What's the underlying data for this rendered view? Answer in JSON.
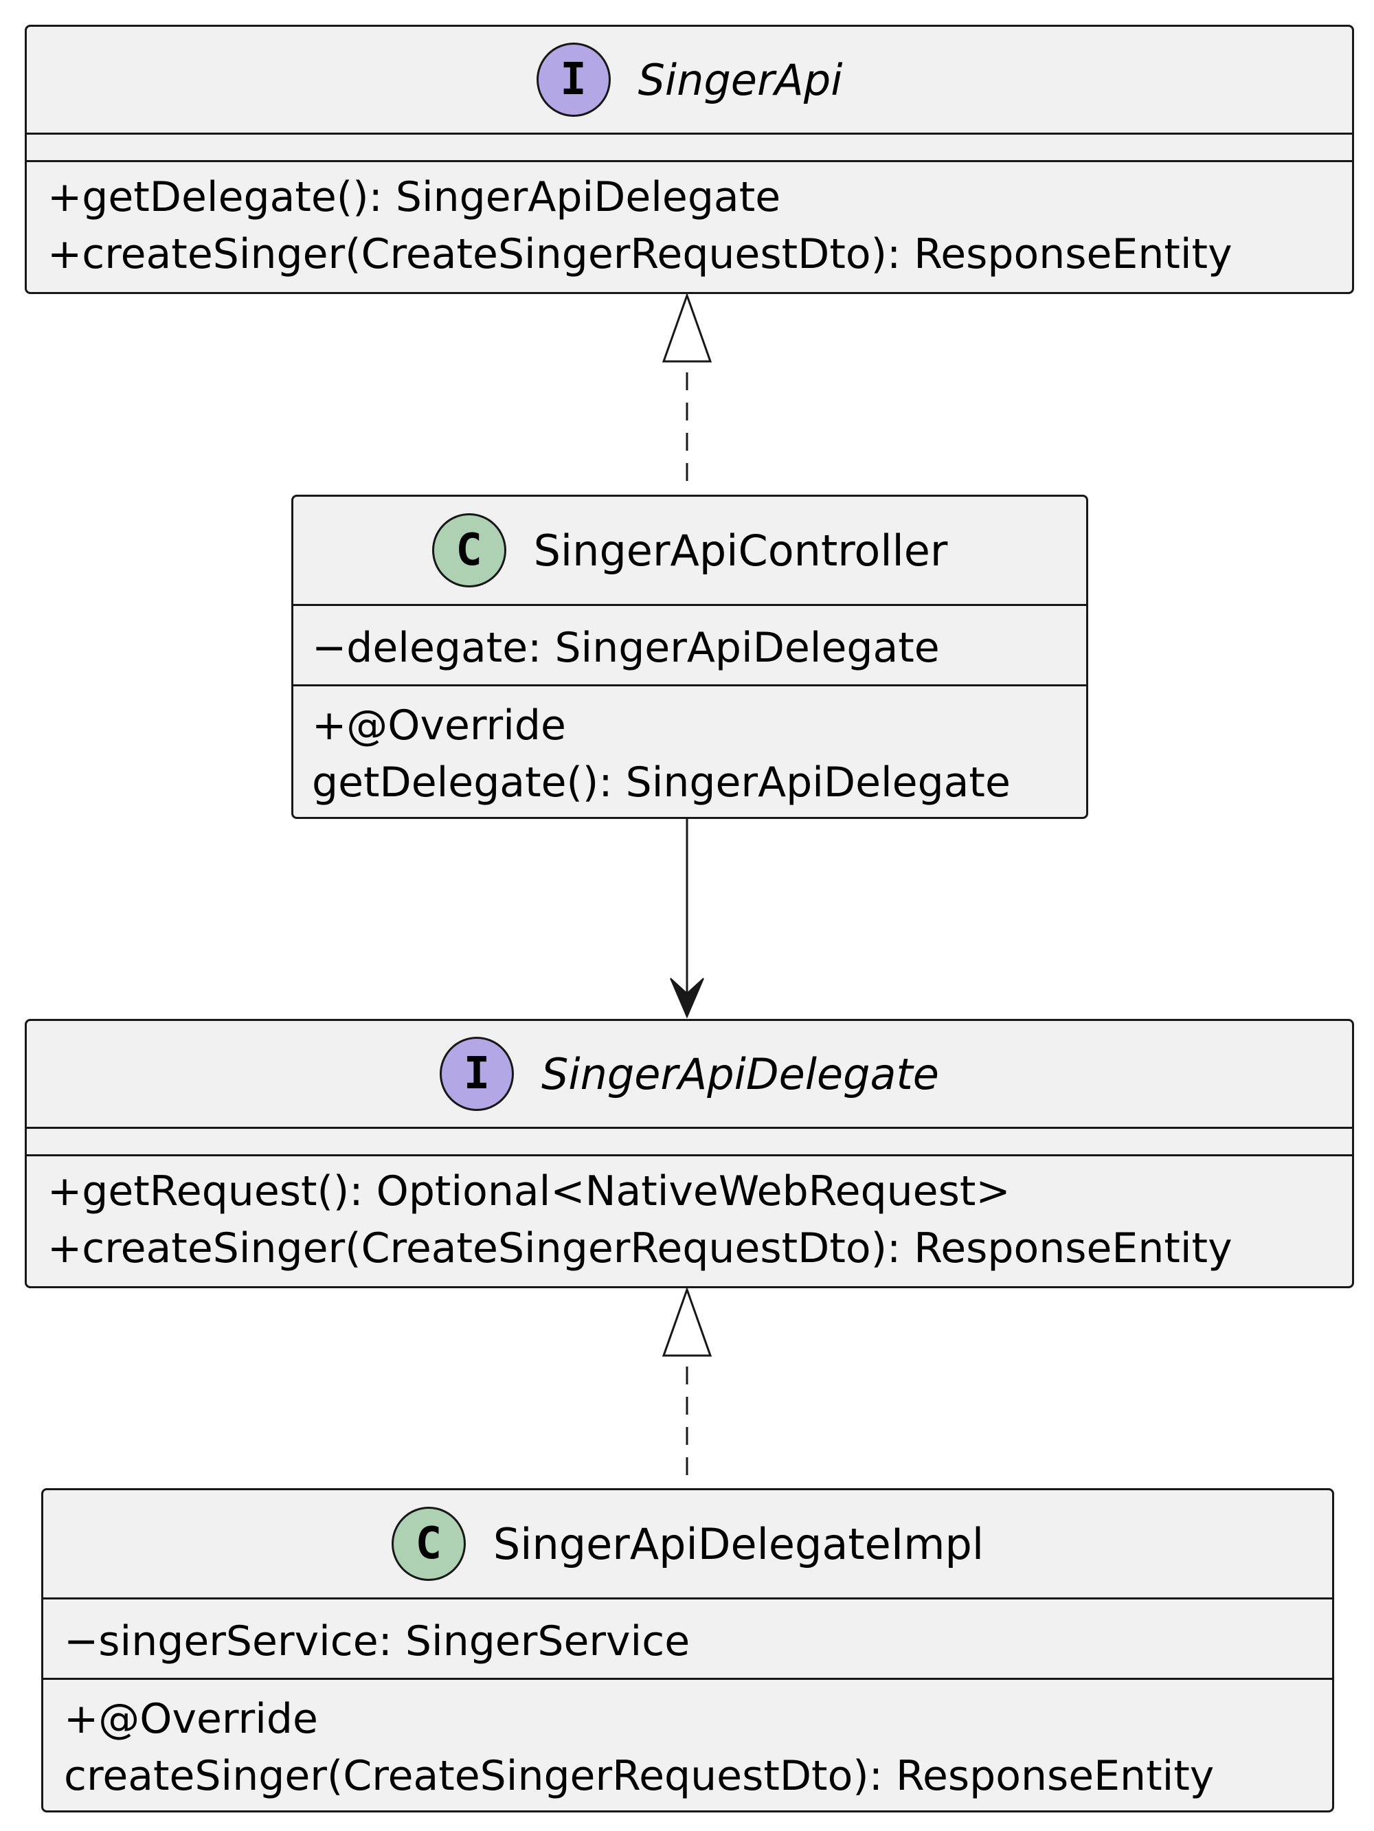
{
  "diagram": {
    "boxes": {
      "singer_api": {
        "stereotype": "I",
        "name": "SingerApi",
        "fields": [],
        "methods": [
          "+getDelegate(): SingerApiDelegate",
          "+createSinger(CreateSingerRequestDto): ResponseEntity"
        ]
      },
      "singer_api_controller": {
        "stereotype": "C",
        "name": "SingerApiController",
        "fields": [
          "−delegate: SingerApiDelegate"
        ],
        "methods": [
          "+@Override",
          "getDelegate(): SingerApiDelegate"
        ]
      },
      "singer_api_delegate": {
        "stereotype": "I",
        "name": "SingerApiDelegate",
        "fields": [],
        "methods": [
          "+getRequest(): Optional<NativeWebRequest>",
          "+createSinger(CreateSingerRequestDto): ResponseEntity"
        ]
      },
      "singer_api_delegate_impl": {
        "stereotype": "C",
        "name": "SingerApiDelegateImpl",
        "fields": [
          "−singerService: SingerService"
        ],
        "methods": [
          "+@Override",
          "createSinger(CreateSingerRequestDto): ResponseEntity"
        ]
      }
    },
    "relations": [
      {
        "from": "SingerApiController",
        "to": "SingerApi",
        "kind": "realization"
      },
      {
        "from": "SingerApiController",
        "to": "SingerApiDelegate",
        "kind": "association"
      },
      {
        "from": "SingerApiDelegateImpl",
        "to": "SingerApiDelegate",
        "kind": "realization"
      }
    ],
    "colors": {
      "box_fill": "#f1f1f1",
      "border": "#181818",
      "interface_badge": "#b4a7e5",
      "class_badge": "#add1b2"
    }
  }
}
